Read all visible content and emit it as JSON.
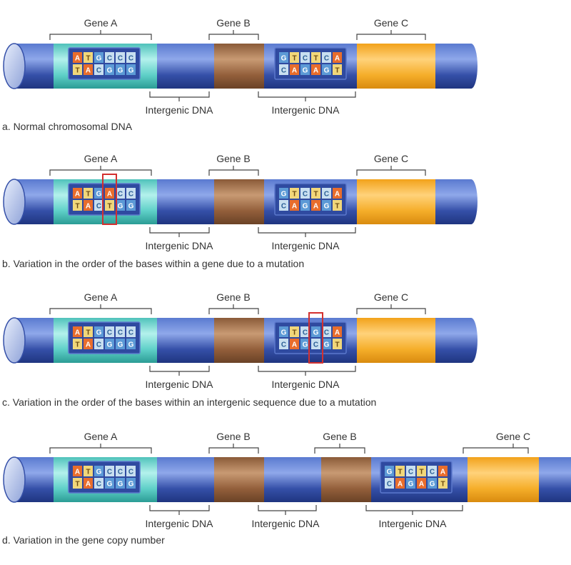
{
  "panels": [
    {
      "caption": "a. Normal chromosomal DNA",
      "genes": [
        {
          "label": "Gene A"
        },
        {
          "label": "Gene B"
        },
        {
          "label": "Gene C"
        }
      ],
      "intergenic": [
        {
          "label": "Intergenic DNA"
        },
        {
          "label": "Intergenic DNA"
        }
      ],
      "seq1": {
        "top": [
          "A",
          "T",
          "G",
          "C",
          "C",
          "C"
        ],
        "bottom": [
          "T",
          "A",
          "C",
          "G",
          "G",
          "G"
        ]
      },
      "seq2": {
        "top": [
          "G",
          "T",
          "C",
          "T",
          "C",
          "A"
        ],
        "bottom": [
          "C",
          "A",
          "G",
          "A",
          "G",
          "T"
        ]
      }
    },
    {
      "caption": "b. Variation in the order of the bases within a gene due to a mutation",
      "genes": [
        {
          "label": "Gene A"
        },
        {
          "label": "Gene B"
        },
        {
          "label": "Gene C"
        }
      ],
      "intergenic": [
        {
          "label": "Intergenic DNA"
        },
        {
          "label": "Intergenic DNA"
        }
      ],
      "seq1": {
        "top": [
          "A",
          "T",
          "G",
          "A",
          "C",
          "C"
        ],
        "bottom": [
          "T",
          "A",
          "C",
          "T",
          "G",
          "G"
        ]
      },
      "seq2": {
        "top": [
          "G",
          "T",
          "C",
          "T",
          "C",
          "A"
        ],
        "bottom": [
          "C",
          "A",
          "G",
          "A",
          "G",
          "T"
        ]
      }
    },
    {
      "caption": "c. Variation in the order of the bases within an intergenic sequence due to a mutation",
      "genes": [
        {
          "label": "Gene A"
        },
        {
          "label": "Gene B"
        },
        {
          "label": "Gene C"
        }
      ],
      "intergenic": [
        {
          "label": "Intergenic DNA"
        },
        {
          "label": "Intergenic DNA"
        }
      ],
      "seq1": {
        "top": [
          "A",
          "T",
          "G",
          "C",
          "C",
          "C"
        ],
        "bottom": [
          "T",
          "A",
          "C",
          "G",
          "G",
          "G"
        ]
      },
      "seq2": {
        "top": [
          "G",
          "T",
          "C",
          "G",
          "C",
          "A"
        ],
        "bottom": [
          "C",
          "A",
          "G",
          "C",
          "G",
          "T"
        ]
      }
    },
    {
      "caption": "d. Variation in the gene copy number",
      "genes": [
        {
          "label": "Gene A"
        },
        {
          "label": "Gene B"
        },
        {
          "label": "Gene B"
        },
        {
          "label": "Gene C"
        }
      ],
      "intergenic": [
        {
          "label": "Intergenic DNA"
        },
        {
          "label": "Intergenic DNA"
        },
        {
          "label": "Intergenic DNA"
        }
      ],
      "seq1": {
        "top": [
          "A",
          "T",
          "G",
          "C",
          "C",
          "C"
        ],
        "bottom": [
          "T",
          "A",
          "C",
          "G",
          "G",
          "G"
        ]
      },
      "seq2": {
        "top": [
          "G",
          "T",
          "C",
          "T",
          "C",
          "A"
        ],
        "bottom": [
          "C",
          "A",
          "G",
          "A",
          "G",
          "T"
        ]
      }
    }
  ],
  "colors": {
    "chromosome_blue": "#3a55b0",
    "gene_a_teal": "#6fd6cf",
    "gene_b_brown": "#9c6a44",
    "gene_c_orange": "#f7b732",
    "base_A": "#e86d2c",
    "base_T": "#f1d77a",
    "base_G": "#5c9ad6",
    "base_C": "#c8dff0",
    "mutation_box": "#d3302f"
  }
}
